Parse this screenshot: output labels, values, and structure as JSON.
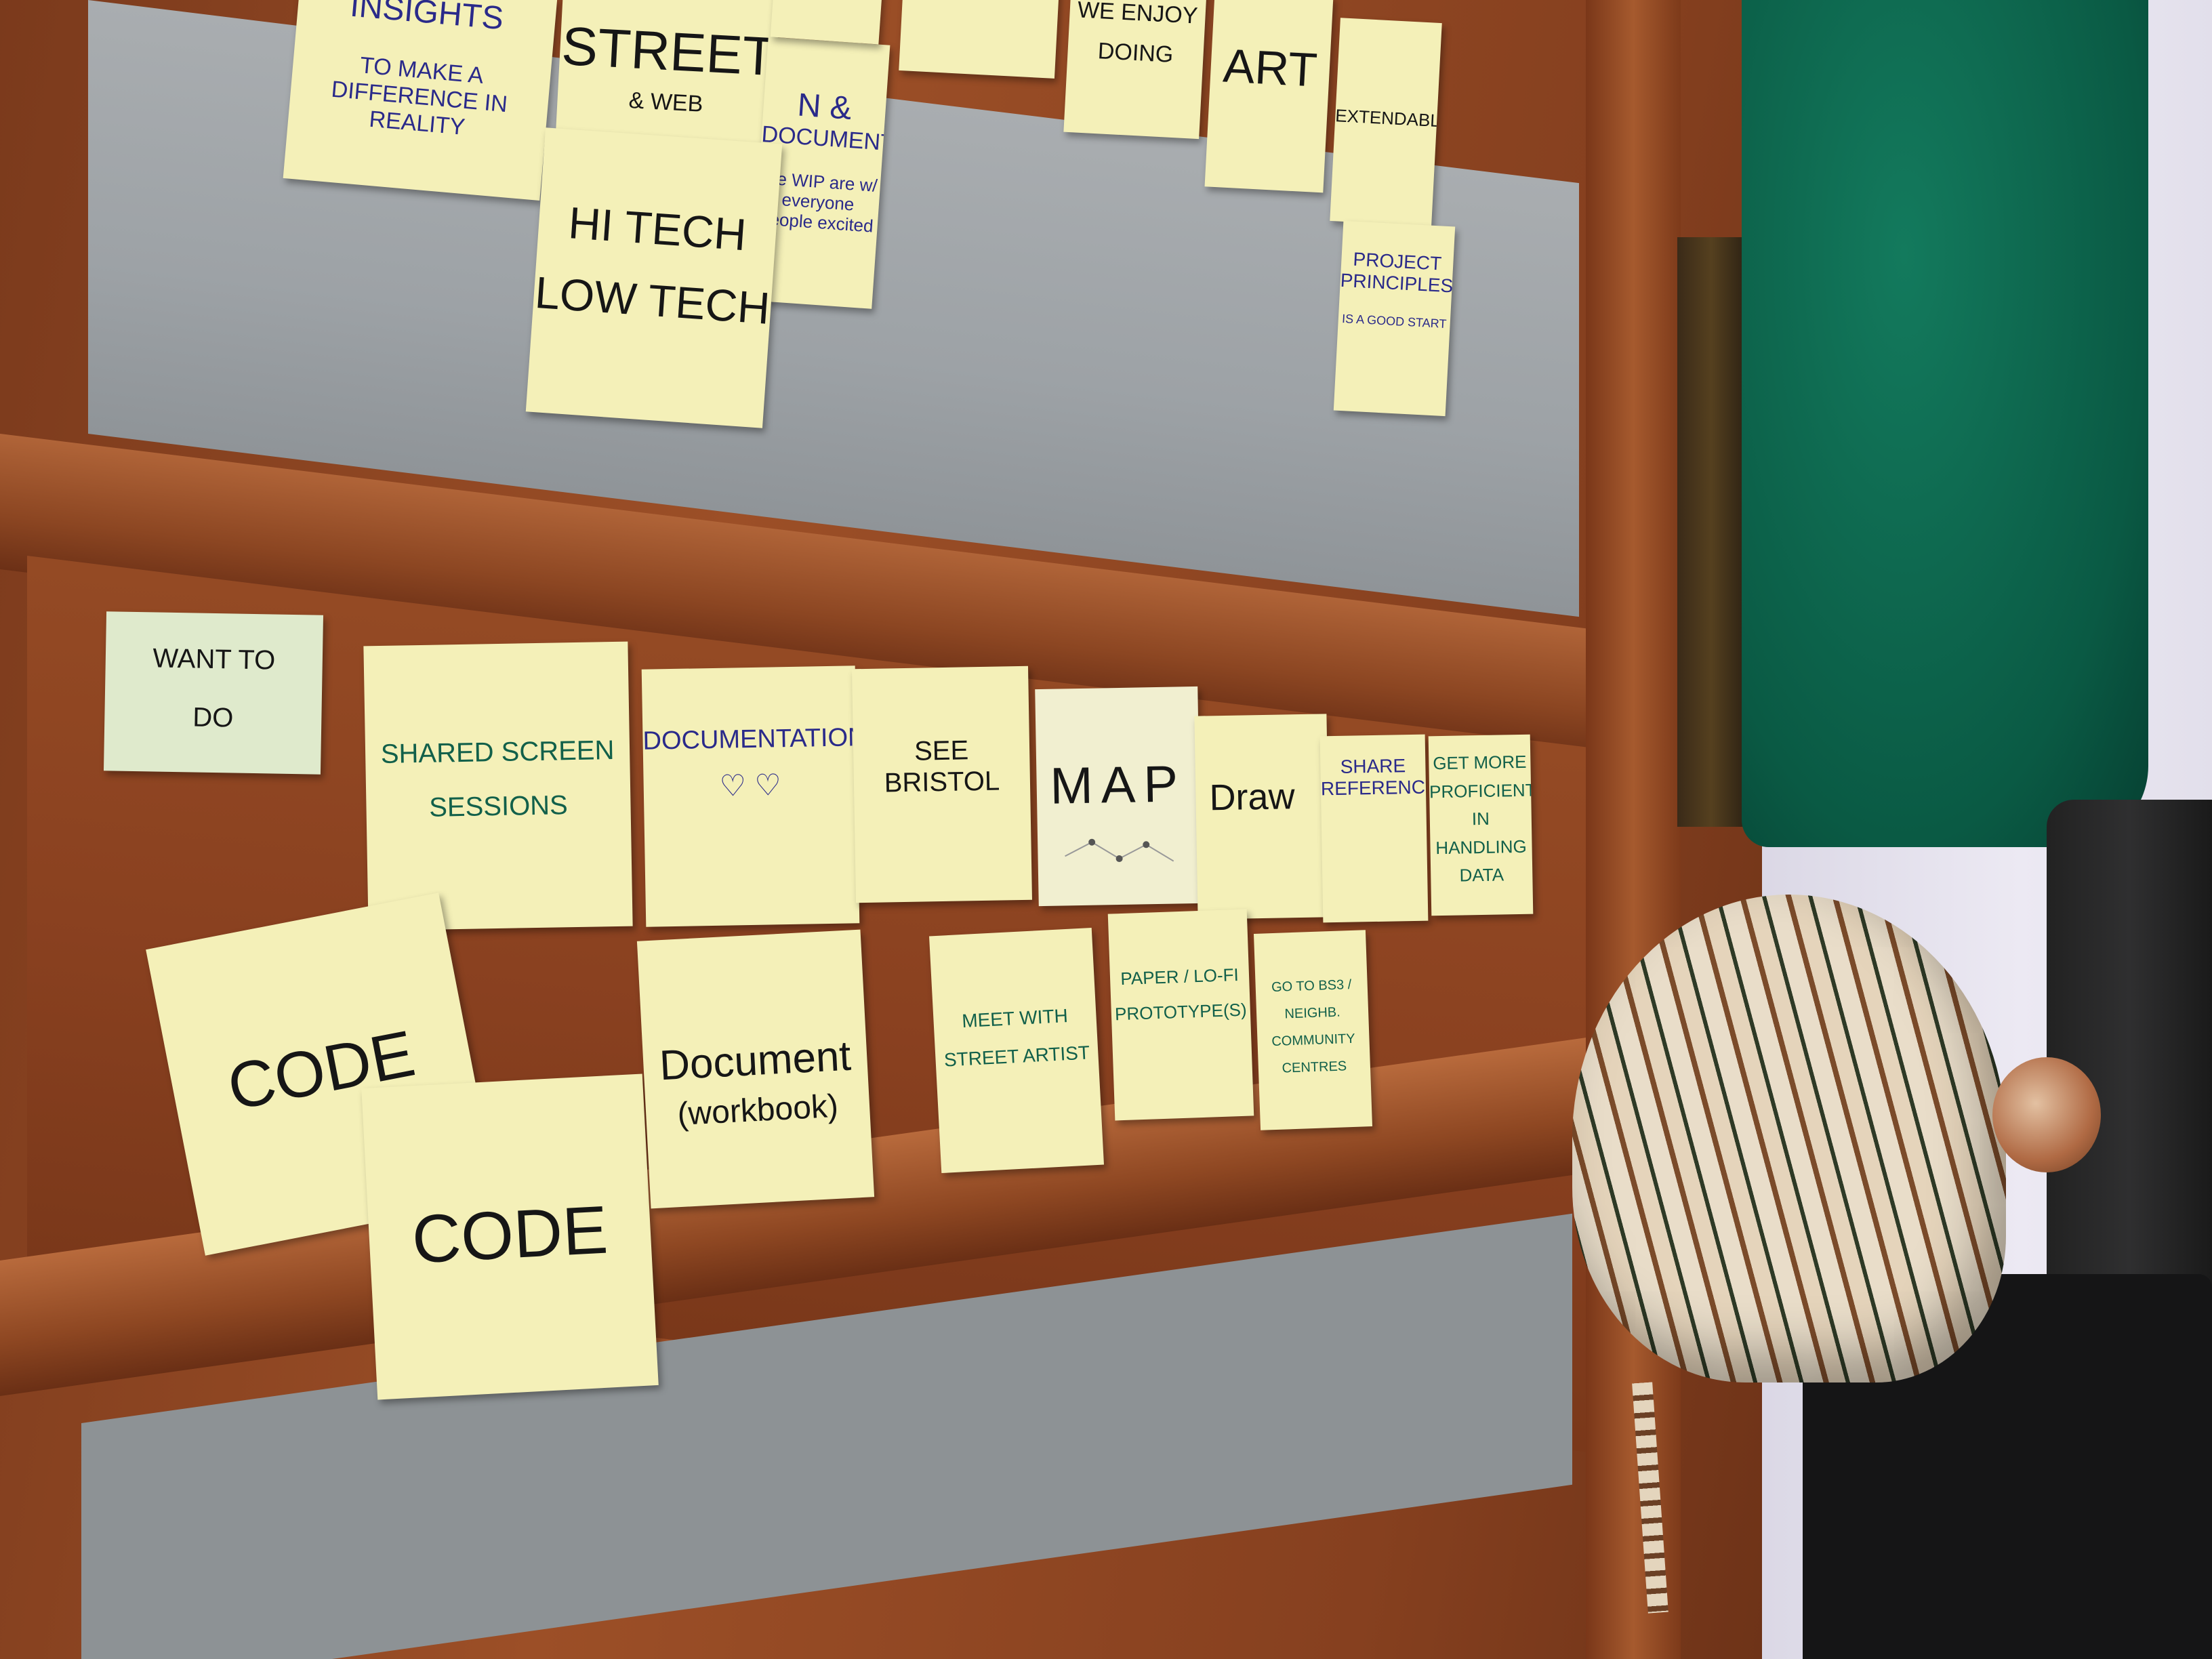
{
  "notes": {
    "insights": {
      "title": "INSIGHTS",
      "body": "TO MAKE A DIFFERENCE IN REALITY"
    },
    "street": {
      "title": "STREET",
      "sub": "& WEB"
    },
    "documents": {
      "line1": "N &",
      "line2": "DOCUMENTS",
      "body": "are WIP are w/ everyone people excited"
    },
    "enjoy": {
      "line1": "WE ENJOY",
      "line2": "DOING"
    },
    "art": {
      "title": "ART"
    },
    "extendable": {
      "title": "EXTENDABLE"
    },
    "hitech": {
      "line1": "HI TECH",
      "line2": "LOW TECH"
    },
    "principles": {
      "title": "PROJECT PRINCIPLES",
      "body": "IS A GOOD START"
    },
    "want_to_do": {
      "line1": "WANT TO",
      "line2": "DO"
    },
    "shared_screen": {
      "title": "SHARED SCREEN SESSIONS"
    },
    "documentation": {
      "title": "DOCUMENTATION",
      "hearts": "♡ ♡"
    },
    "see_bristol": {
      "title": "SEE BRISTOL"
    },
    "map": {
      "title": "MAP"
    },
    "draw": {
      "title": "Draw"
    },
    "share_refs": {
      "title": "SHARE REFERENCES"
    },
    "get_more": {
      "title": "GET MORE PROFICIENT IN HANDLING DATA"
    },
    "code1": {
      "title": "CODE"
    },
    "code2": {
      "title": "CODE"
    },
    "document_wb": {
      "line1": "Document",
      "line2": "(workbook)"
    },
    "meet_artist": {
      "title": "MEET WITH STREET ARTIST"
    },
    "paper_lofi": {
      "title": "PAPER / LO-FI PROTOTYPE(S)"
    },
    "go_to": {
      "title": "GO TO BS3 / NEIGHB. COMMUNITY CENTRES"
    }
  },
  "colors": {
    "note_yellow": "#f4f0b8",
    "note_green": "#dfeacc",
    "ink_blue": "#2a2a8a",
    "ink_teal": "#12604a"
  }
}
